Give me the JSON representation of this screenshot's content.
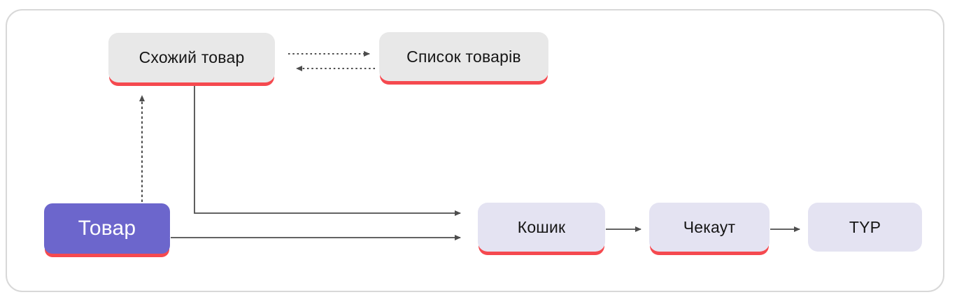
{
  "diagram": {
    "type": "flowchart",
    "nodes": {
      "product": {
        "label": "Товар",
        "shape": "rounded-rect",
        "fill": "#6c66cc",
        "accent_underline": true
      },
      "similar_product": {
        "label": "Схожий товар",
        "shape": "rounded-rect",
        "fill": "#e8e8e8",
        "accent_underline": true
      },
      "product_list": {
        "label": "Список товарів",
        "shape": "rounded-rect",
        "fill": "#e8e8e8",
        "accent_underline": true
      },
      "cart": {
        "label": "Кошик",
        "shape": "rounded-rect",
        "fill": "#e4e3f2",
        "accent_underline": true
      },
      "checkout": {
        "label": "Чекаут",
        "shape": "rounded-rect",
        "fill": "#e4e3f2",
        "accent_underline": true
      },
      "thank_you_page": {
        "label": "TYP",
        "shape": "rounded-rect",
        "fill": "#e4e3f2",
        "accent_underline": false
      }
    },
    "edges": [
      {
        "from": "similar_product",
        "to": "product_list",
        "style": "dashed",
        "direction": "right"
      },
      {
        "from": "product_list",
        "to": "similar_product",
        "style": "dashed",
        "direction": "left"
      },
      {
        "from": "product",
        "to": "similar_product",
        "style": "dashed",
        "direction": "up"
      },
      {
        "from": "similar_product",
        "to": "cart",
        "style": "solid",
        "direction": "elbow-down-right"
      },
      {
        "from": "product",
        "to": "cart",
        "style": "solid",
        "direction": "right"
      },
      {
        "from": "cart",
        "to": "checkout",
        "style": "solid",
        "direction": "right"
      },
      {
        "from": "checkout",
        "to": "thank_you_page",
        "style": "solid",
        "direction": "right"
      }
    ],
    "colors": {
      "accent_purple": "#6c66cc",
      "accent_red": "#f5494f",
      "node_gray": "#e8e8e8",
      "node_lavender": "#e4e3f2",
      "connector": "#4d4d4d",
      "frame_border": "#d8d8d8",
      "background": "#ffffff"
    }
  }
}
